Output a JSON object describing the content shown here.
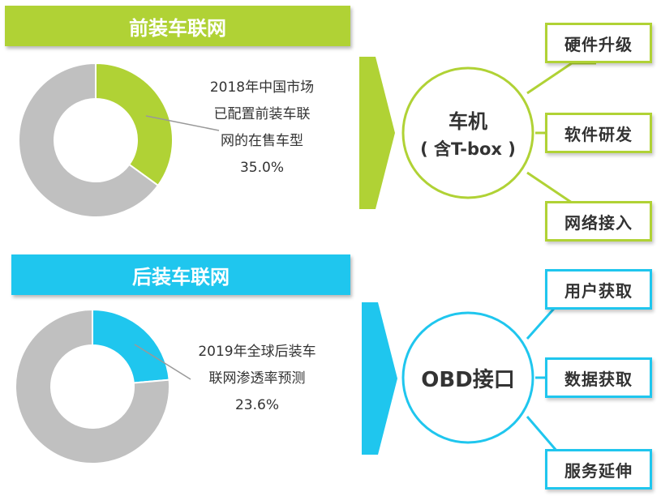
{
  "colors": {
    "green": "#B0D235",
    "blue": "#1FC6EE",
    "gray": "#C0C0C0",
    "text": "#333333"
  },
  "sections": [
    {
      "title": "前装车联网",
      "description_lines": [
        "2018年中国市场",
        "已配置前装车联",
        "网的在售车型",
        "35.0%"
      ],
      "hub_title": "车机",
      "hub_subtitle": "( 含T-box )",
      "features": [
        "硬件升级",
        "软件研发",
        "网络接入"
      ]
    },
    {
      "title": "后装车联网",
      "description_lines": [
        "2019年全球后装车",
        "联网渗透率预测",
        "23.6%"
      ],
      "hub_title": "OBD接口",
      "features": [
        "用户获取",
        "数据获取",
        "服务延伸"
      ]
    }
  ],
  "chart_data": [
    {
      "type": "pie",
      "style": "donut",
      "slices": [
        {
          "label": "已配置前装车联网的在售车型",
          "value": 35.0,
          "color": "#B0D235"
        },
        {
          "label": "",
          "value": 65.0,
          "color": "#C0C0C0"
        }
      ]
    },
    {
      "type": "pie",
      "style": "donut",
      "slices": [
        {
          "label": "后装车联网渗透率",
          "value": 23.6,
          "color": "#1FC6EE"
        },
        {
          "label": "",
          "value": 76.4,
          "color": "#C0C0C0"
        }
      ]
    }
  ]
}
